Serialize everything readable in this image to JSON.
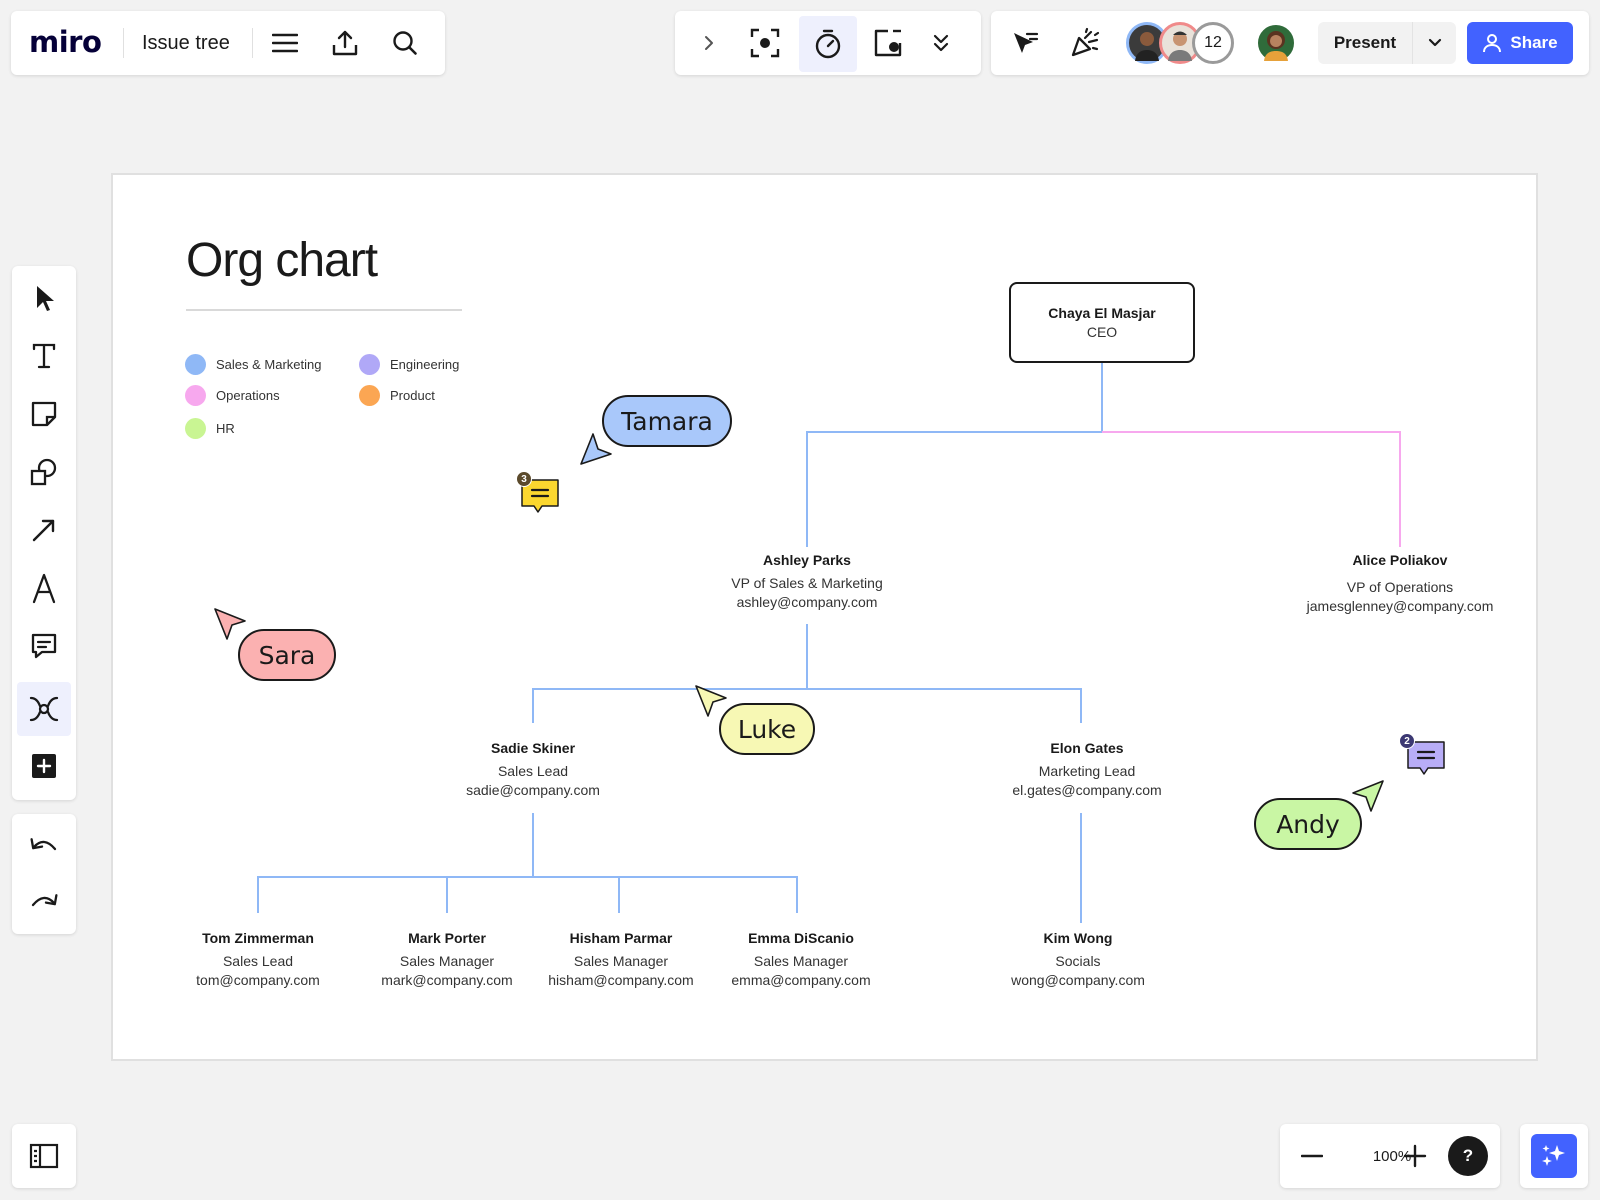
{
  "app": {
    "logo": "miro",
    "board_title": "Issue tree"
  },
  "toolbar": {
    "icons": [
      "menu-icon",
      "export-icon",
      "search-icon",
      "chevron-right-icon",
      "focus-icon",
      "timer-icon",
      "screen-icon",
      "more-icon",
      "cursor-pointer-icon",
      "celebrate-icon"
    ]
  },
  "collab": {
    "extra_count": "12",
    "present_label": "Present",
    "share_label": "Share",
    "accent": "#4262ff"
  },
  "zoom": {
    "level": "100%",
    "help_label": "?"
  },
  "frame": {
    "title": "Org chart",
    "legend": [
      {
        "label": "Sales & Marketing",
        "color": "#8fb8f6"
      },
      {
        "label": "Engineering",
        "color": "#b0a8f7"
      },
      {
        "label": "Operations",
        "color": "#f7a8ee"
      },
      {
        "label": "Product",
        "color": "#fba653"
      },
      {
        "label": "HR",
        "color": "#c9f593"
      }
    ]
  },
  "org": {
    "ceo": {
      "name": "Chaya El Masjar",
      "role": "CEO"
    },
    "ashley": {
      "name": "Ashley Parks",
      "role": "VP of Sales & Marketing",
      "email": "ashley@company.com"
    },
    "alice": {
      "name": "Alice Poliakov",
      "role": "VP of Operations",
      "email": "jamesglenney@company.com"
    },
    "sadie": {
      "name": "Sadie Skiner",
      "role": "Sales Lead",
      "email": "sadie@company.com"
    },
    "elon": {
      "name": "Elon Gates",
      "role": "Marketing Lead",
      "email": "el.gates@company.com"
    },
    "tom": {
      "name": "Tom Zimmerman",
      "role": "Sales Lead",
      "email": "tom@company.com"
    },
    "mark": {
      "name": "Mark Porter",
      "role": "Sales Manager",
      "email": "mark@company.com"
    },
    "hisham": {
      "name": "Hisham Parmar",
      "role": "Sales Manager",
      "email": "hisham@company.com"
    },
    "emma": {
      "name": "Emma DiScanio",
      "role": "Sales Manager",
      "email": "emma@company.com"
    },
    "kim": {
      "name": "Kim Wong",
      "role": "Socials",
      "email": "wong@company.com"
    }
  },
  "cursors": [
    {
      "name": "Tamara",
      "color": "#a9c8fa"
    },
    {
      "name": "Sara",
      "color": "#fbb1b1"
    },
    {
      "name": "Luke",
      "color": "#f7f8b4"
    },
    {
      "name": "Andy",
      "color": "#c9f6a4"
    }
  ],
  "comments": [
    {
      "count": "3",
      "color": "#fbd72f"
    },
    {
      "count": "2",
      "color": "#b8adf7"
    }
  ]
}
